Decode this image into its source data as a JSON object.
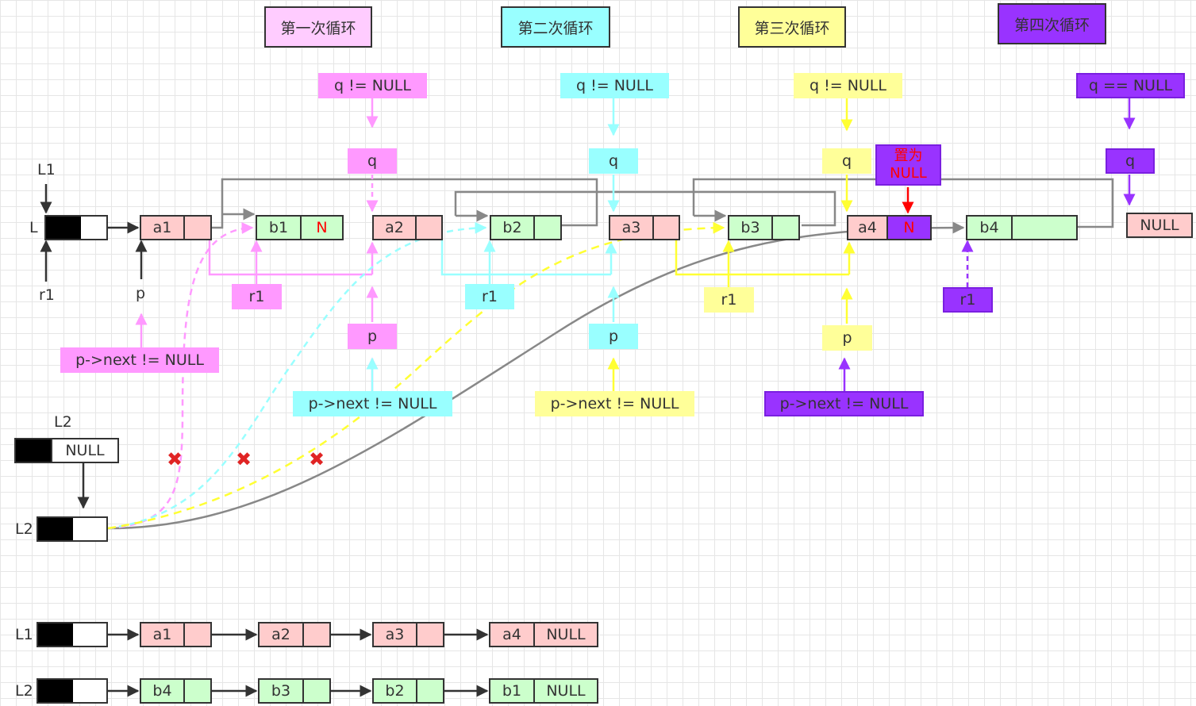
{
  "colors": {
    "pink": "#ff99ff",
    "cyan": "#99ffff",
    "yellow": "#ffff99",
    "purple": "#9933ff",
    "node_red": "#ffcccc",
    "node_green": "#ccffcc",
    "grey_line": "#888888"
  },
  "loops": {
    "loop1": "第一次循环",
    "loop2": "第二次循环",
    "loop3": "第三次循环",
    "loop4": "第四次循环"
  },
  "conditions": {
    "q_not_null": "q != NULL",
    "q_is_null": "q == NULL",
    "p_next_not_null": "p->next != NULL"
  },
  "pointers": {
    "q": "q",
    "p": "p",
    "r1": "r1"
  },
  "labels": {
    "L1": "L1",
    "L": "L",
    "L2": "L2"
  },
  "set_null": {
    "line1": "置为",
    "line2": "NULL"
  },
  "main_nodes": {
    "a1": "a1",
    "b1": "b1",
    "b1_next": "N",
    "a2": "a2",
    "b2": "b2",
    "a3": "a3",
    "b3": "b3",
    "a4": "a4",
    "a4_next": "N",
    "b4": "b4",
    "null_end": "NULL"
  },
  "l2_null_header": "NULL",
  "list_L1": [
    "a1",
    "a2",
    "a3",
    "a4"
  ],
  "list_L2": [
    "b4",
    "b3",
    "b2",
    "b1"
  ],
  "null_tail": "NULL",
  "x_mark": "✖"
}
